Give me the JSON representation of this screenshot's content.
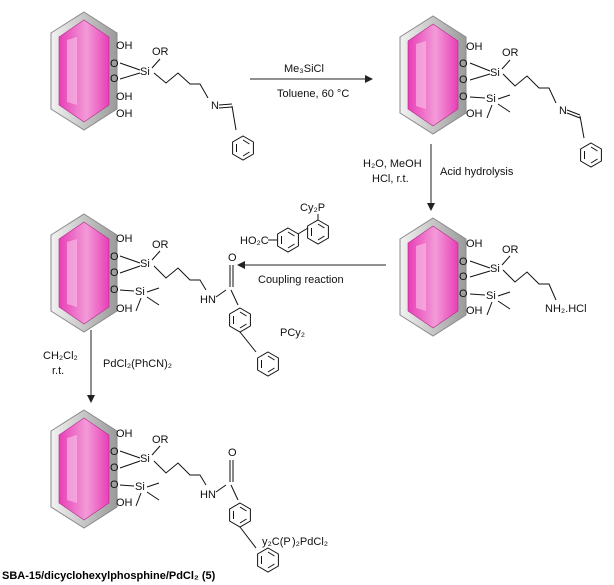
{
  "colors": {
    "pore_fill": "#e83fb6",
    "pore_light": "#f39ad8",
    "frame": "#cfcfcf",
    "frame_dark": "#8a8a8a"
  },
  "labels": {
    "oh": "OH",
    "o": "O",
    "or": "OR",
    "si": "Si",
    "n": "N",
    "hn": "HN",
    "nh2hcl": "NH₂.HCl",
    "pcy2": "PCy₂",
    "cy2p": "Cy₂P",
    "ho2c": "HO₂C",
    "y2cp": "y₂C(P",
    "pdcl2_tail": ")₂PdCl₂"
  },
  "steps": {
    "s1_above": "Me₃SiCl",
    "s1_below": "Toluene, 60 °C",
    "s2_left_line1": "H₂O, MeOH",
    "s2_left_line2": "HCl, r.t.",
    "s2_right": "Acid hydrolysis",
    "s3_below": "Coupling reaction",
    "s4_left_line1": "CH₂Cl₂",
    "s4_left_line2": "r.t.",
    "s4_right": "PdCl₂(PhCN)₂"
  },
  "caption": "SBA-15/dicyclohexylphosphine/PdCl₂ (5)"
}
